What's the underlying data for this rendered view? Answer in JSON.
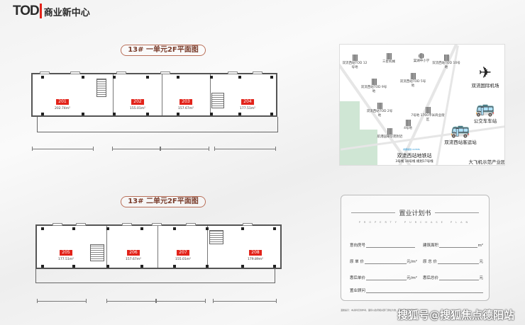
{
  "header": {
    "logo_text": "TOD",
    "title": "商业新中心"
  },
  "plan1": {
    "title": "13# 一单元2F平面图",
    "units": [
      {
        "no": "201",
        "area": "202.74m²"
      },
      {
        "no": "202",
        "area": "155.01m²"
      },
      {
        "no": "203",
        "area": "157.67m²"
      },
      {
        "no": "204",
        "area": "177.51m²"
      }
    ]
  },
  "plan2": {
    "title": "13# 二单元2F平面图",
    "units": [
      {
        "no": "205",
        "area": "177.51m²"
      },
      {
        "no": "206",
        "area": "157.67m²"
      },
      {
        "no": "207",
        "area": "155.01m²"
      },
      {
        "no": "208",
        "area": "179.89m²"
      }
    ]
  },
  "map": {
    "labels": [
      "双流西站TOD 12号地",
      "三星机械",
      "棠湖中小学",
      "双流西站TOD 10号地",
      "双流西站TOD 9号地",
      "双流西站TOD 5号地",
      "双流西站TOD 2号地",
      "7号地 1700平米商业街区",
      "4号地",
      "航港园翠华苑附近"
    ],
    "metro_logo": "成都地铁 CDTMS",
    "metro": "双流西站地铁站",
    "metro_lines": "3号线 10号线 规划17号线",
    "airport": "双流国际机场",
    "bus": "公交车车站",
    "coach": "双流西站客运站",
    "industry": "大飞机示范产业园"
  },
  "form": {
    "title": "置业计划书",
    "subtitle": "PROPERTY PURCHASE PLAN",
    "fields": [
      {
        "label": "意向房号",
        "unit": ""
      },
      {
        "label": "建筑面积",
        "unit": "m²"
      },
      {
        "label": "原 单 价",
        "unit": "元/m²"
      },
      {
        "label": "原 总 价",
        "unit": "元"
      },
      {
        "label": "惠后单价",
        "unit": "元/m²"
      },
      {
        "label": "惠后总价",
        "unit": "元"
      },
      {
        "label": "置业顾问",
        "unit": ""
      }
    ]
  },
  "note": "温馨提示：本资料仅供参考，面积以政府相关部门测绘为准，最终以合同约定为准。",
  "watermark": "搜狐号@搜狐焦点德阳站"
}
